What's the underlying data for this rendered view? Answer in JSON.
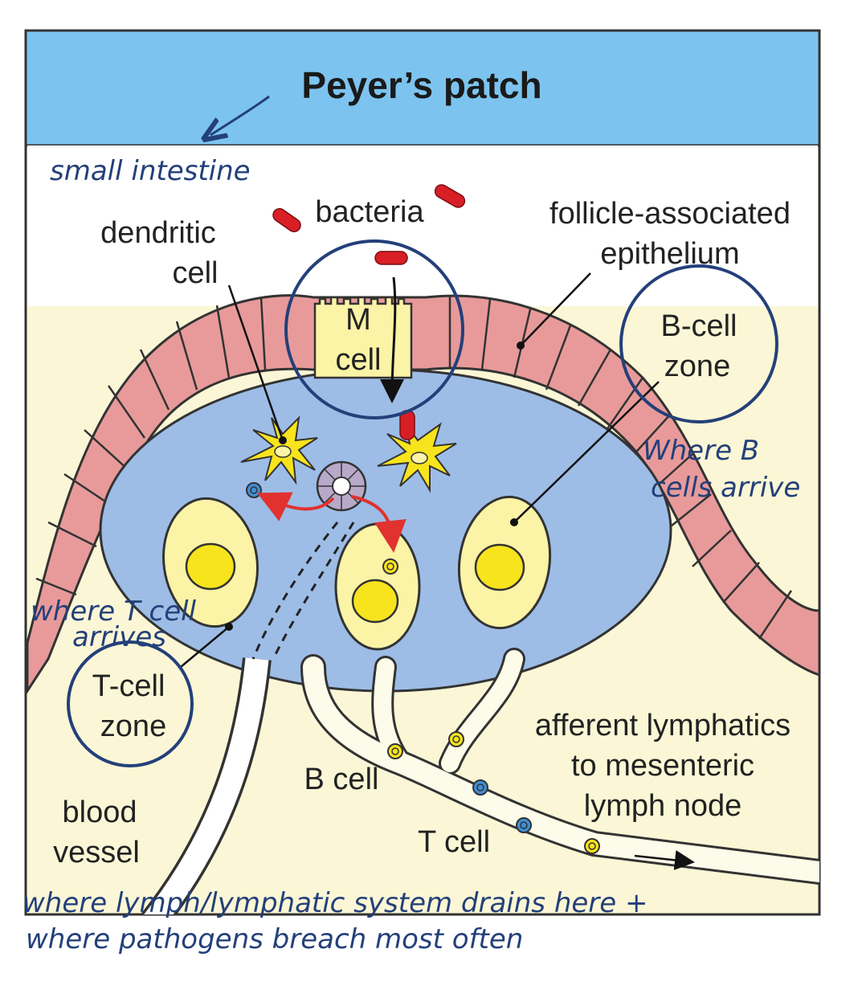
{
  "title": "Peyer’s patch",
  "labels": {
    "bacteria": "bacteria",
    "dendritic_1": "dendritic",
    "dendritic_2": "cell",
    "fae_1": "follicle-associated",
    "fae_2": "epithelium",
    "m_cell_1": "M",
    "m_cell_2": "cell",
    "bzone_1": "B-cell",
    "bzone_2": "zone",
    "tzone_1": "T-cell",
    "tzone_2": "zone",
    "b_cell": "B cell",
    "t_cell": "T cell",
    "blood_1": "blood",
    "blood_2": "vessel",
    "aff_1": "afferent lymphatics",
    "aff_2": "to mesenteric",
    "aff_3": "lymph node"
  },
  "annotations": {
    "small_intestine": "small intestine",
    "where_b_1": "Where B",
    "where_b_2": "cells arrive",
    "where_t_1": "where T cell",
    "where_t_2": "arrives",
    "bottom_1": "where lymph/lymphatic system drains here +",
    "bottom_2": "where pathogens breach most often"
  },
  "colors": {
    "header": "#7cc4ef",
    "background": "#fbf7d6",
    "epithelium": "#e89a9a",
    "follicle": "#9dbde6",
    "cell_yellow": "#fbf3a6",
    "nucleus": "#f7e41c",
    "bacteria": "#d81f26",
    "annotation": "#24407a",
    "arrow_red": "#e0322f"
  }
}
